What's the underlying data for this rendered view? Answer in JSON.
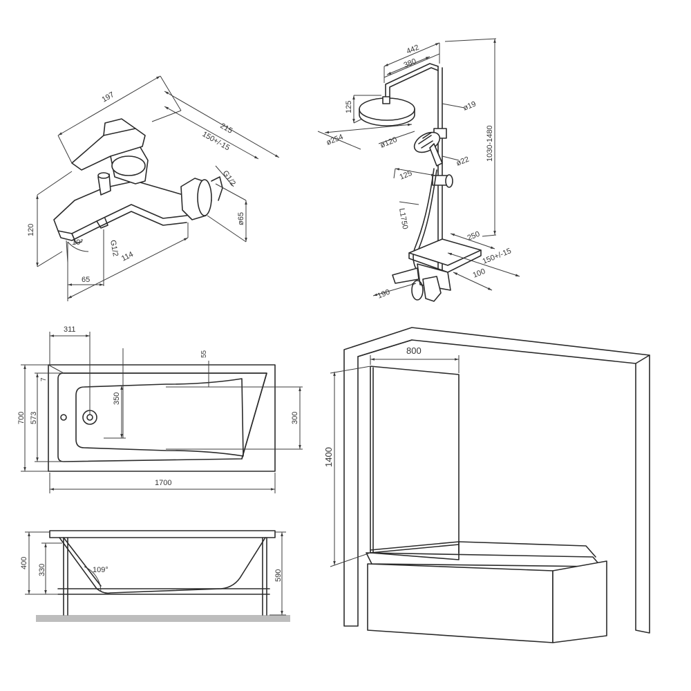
{
  "faucet": {
    "dims": {
      "d197": "197",
      "d215": "215",
      "d150": "150+/-15",
      "g12_top": "G1/2",
      "g12_bottom": "G1/2",
      "d120": "120",
      "d65_dia": "ø65",
      "d10deg": "10°",
      "d65": "65",
      "d114": "114"
    }
  },
  "shower": {
    "dims": {
      "d442": "442",
      "d380": "380",
      "d125_top": "125",
      "d19": "ø19",
      "d254": "ø254",
      "d120": "ø120",
      "d22": "ø22",
      "d125": "125",
      "height": "1030-1480",
      "hose": "L1750",
      "d250": "250",
      "d150": "150+/-15",
      "d100": "100",
      "d190": "190"
    }
  },
  "bathtub_plan": {
    "dims": {
      "d311": "311",
      "d55": "55",
      "d7": "7",
      "d700": "700",
      "d573": "573",
      "d350": "350",
      "d300": "300",
      "d1700": "1700"
    }
  },
  "bathtub_side": {
    "dims": {
      "d400": "400",
      "d330": "330",
      "d109": "109°",
      "d590": "590"
    }
  },
  "screen": {
    "dims": {
      "d800": "800",
      "d1400": "1400"
    }
  }
}
